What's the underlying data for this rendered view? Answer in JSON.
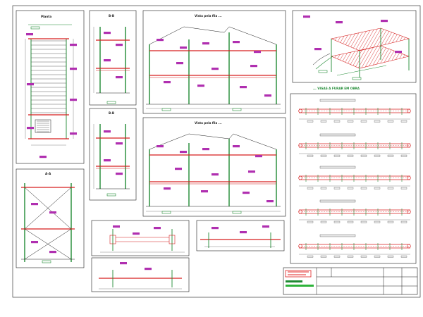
{
  "sheet": {
    "panels": {
      "planta": {
        "title": "Planta"
      },
      "section_aa": {
        "title": "A-A"
      },
      "section_bb_upper": {
        "title": "B-B"
      },
      "section_bb_lower": {
        "title": "B-B"
      },
      "elevation_upper": {
        "title": "Vista pela fila ..."
      },
      "elevation_lower": {
        "title": "Vista pela fila ..."
      },
      "isometric": {
        "caption": "... VIGAS A FURAR EM OBRA"
      }
    },
    "colors": {
      "columns": "#1f8a33",
      "beams": "#d61e1e",
      "tag": "#b02fb0",
      "linework": "#1a1a1a",
      "title_tag": "#e02020"
    }
  }
}
